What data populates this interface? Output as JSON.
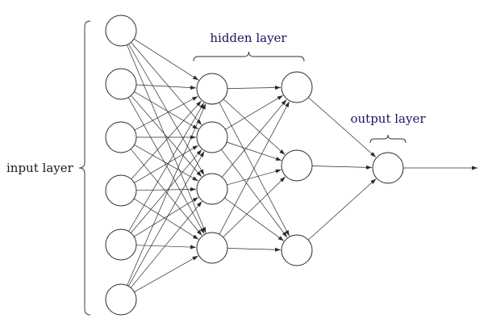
{
  "diagram": {
    "type": "neural-network",
    "labels": {
      "input": "input layer",
      "hidden": "hidden layer",
      "output": "output layer"
    },
    "colors": {
      "input_label": "#1a1a1a",
      "hidden_label": "#17175e",
      "output_label": "#17175e",
      "stroke": "#2b2b2b",
      "node_fill": "#ffffff"
    },
    "layers": [
      {
        "name": "input-layer",
        "nodes": 6
      },
      {
        "name": "hidden-layer-1",
        "nodes": 4
      },
      {
        "name": "hidden-layer-2",
        "nodes": 3
      },
      {
        "name": "output-layer",
        "nodes": 1
      }
    ],
    "connections": "fully-connected-between-consecutive-layers",
    "output_arrow": true
  }
}
